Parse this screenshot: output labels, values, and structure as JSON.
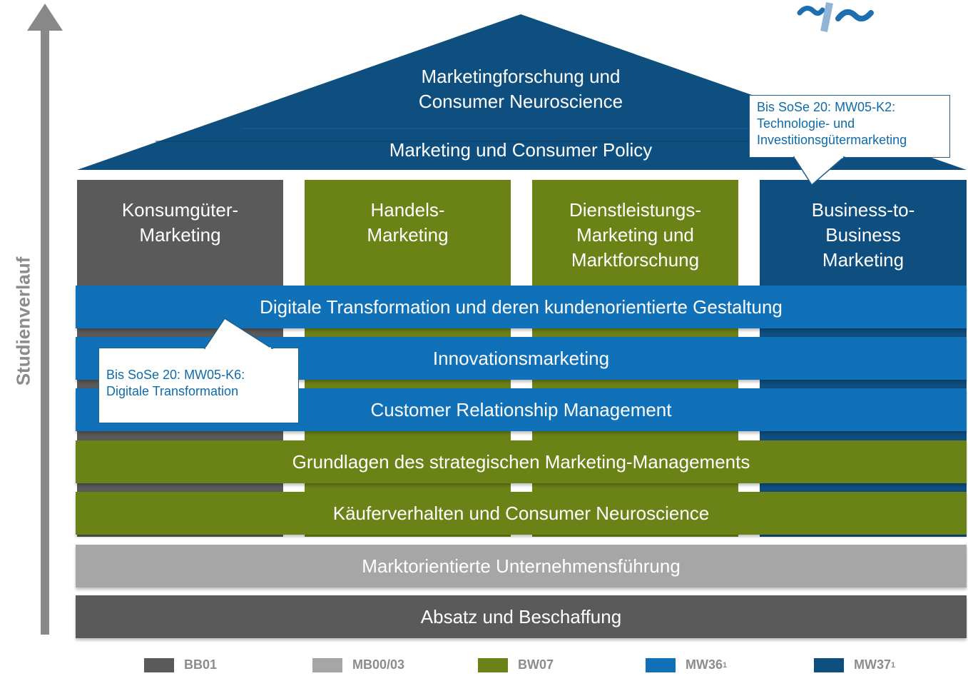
{
  "axis_label": "Studienverlauf",
  "colors": {
    "dark_gray": "#5a5a5a",
    "light_gray": "#a6a6a6",
    "green": "#6b8216",
    "blue": "#1070b8",
    "navy": "#0e4f80"
  },
  "roof": {
    "title_line1": "Marketingforschung und",
    "title_line2": "Consumer Neuroscience",
    "policy": "Marketing und Consumer Policy"
  },
  "pillars": [
    {
      "lines": [
        "Konsumgüter-",
        "Marketing"
      ]
    },
    {
      "lines": [
        "Handels-",
        "Marketing"
      ]
    },
    {
      "lines": [
        "Dienstleistungs-",
        "Marketing und",
        "Marktforschung"
      ]
    },
    {
      "lines": [
        "Business-to-",
        "Business",
        "Marketing"
      ]
    }
  ],
  "bands": [
    "Digitale Transformation und deren kundenorientierte Gestaltung",
    "Innovationsmarketing",
    "Customer Relationship Management",
    "Grundlagen des strategischen Marketing-Managements",
    "Käuferverhalten und Consumer Neuroscience",
    "Marktorientierte Unternehmensführung",
    "Absatz und Beschaffung"
  ],
  "callouts": {
    "b2b": [
      "Bis SoSe 20: MW05-K2:",
      "Technologie- und",
      "Investitionsgütermarketing"
    ],
    "digital": [
      "Bis SoSe 20: MW05-K6:",
      "Digitale Transformation"
    ]
  },
  "legend": [
    {
      "label": "BB01",
      "sup": ""
    },
    {
      "label": "MB00/03",
      "sup": ""
    },
    {
      "label": "BW07",
      "sup": ""
    },
    {
      "label": "MW36",
      "sup": "1"
    },
    {
      "label": "MW37",
      "sup": "1"
    }
  ]
}
